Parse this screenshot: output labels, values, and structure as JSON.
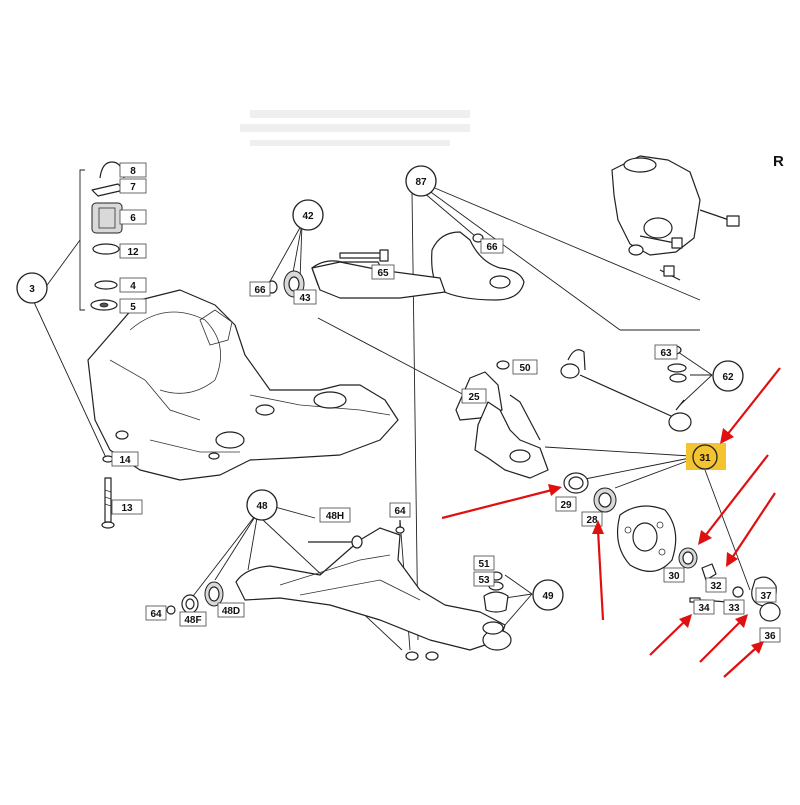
{
  "diagram": {
    "corner_label": "R",
    "highlight_color": "#f4c430",
    "arrow_color": "#e01010",
    "callouts": {
      "c3": "3",
      "c42": "42",
      "c87": "87",
      "c48": "48",
      "c49": "49",
      "c62": "62",
      "c31": "31"
    },
    "boxed": {
      "b8": "8",
      "b7": "7",
      "b6": "6",
      "b12": "12",
      "b4": "4",
      "b5": "5",
      "b66a": "66",
      "b43": "43",
      "b65": "65",
      "b66b": "66",
      "b50": "50",
      "b25": "25",
      "b63": "63",
      "b14": "14",
      "b13": "13",
      "b48H": "48H",
      "b64a": "64",
      "b64b": "64",
      "b48F": "48F",
      "b48D": "48D",
      "b51": "51",
      "b53": "53",
      "b29": "29",
      "b28": "28",
      "b30": "30",
      "b32": "32",
      "b34": "34",
      "b33": "33",
      "b37": "37",
      "b36": "36"
    }
  }
}
